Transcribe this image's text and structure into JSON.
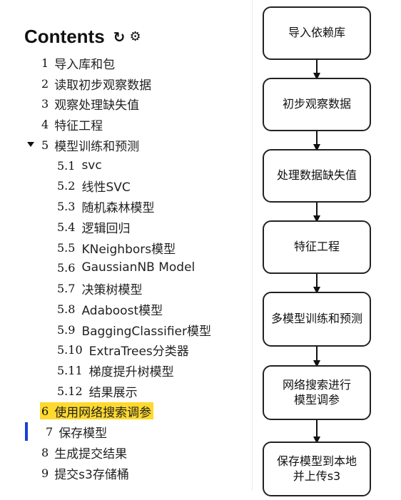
{
  "toc": {
    "title": "Contents",
    "icons": {
      "refresh": "↻",
      "settings": "⚙"
    },
    "items": [
      {
        "num": "1",
        "label": "导入库和包"
      },
      {
        "num": "2",
        "label": "读取初步观察数据"
      },
      {
        "num": "3",
        "label": "观察处理缺失值"
      },
      {
        "num": "4",
        "label": "特征工程"
      },
      {
        "num": "5",
        "label": "模型训练和预测"
      },
      {
        "num": "6",
        "label": "使用网络搜索调参"
      },
      {
        "num": "7",
        "label": "保存模型"
      },
      {
        "num": "8",
        "label": "生成提交结果"
      },
      {
        "num": "9",
        "label": "提交s3存储桶"
      }
    ],
    "subitems": [
      {
        "num": "5.1",
        "label": "svc"
      },
      {
        "num": "5.2",
        "label": "线性SVC"
      },
      {
        "num": "5.3",
        "label": "随机森林模型"
      },
      {
        "num": "5.4",
        "label": "逻辑回归"
      },
      {
        "num": "5.5",
        "label": "KNeighbors模型"
      },
      {
        "num": "5.6",
        "label": "GaussianNB Model"
      },
      {
        "num": "5.7",
        "label": "决策树模型"
      },
      {
        "num": "5.8",
        "label": "Adaboost模型"
      },
      {
        "num": "5.9",
        "label": "BaggingClassifier模型"
      },
      {
        "num": "5.10",
        "label": "ExtraTrees分类器"
      },
      {
        "num": "5.11",
        "label": "梯度提升树模型"
      },
      {
        "num": "5.12",
        "label": "结果展示"
      }
    ],
    "highlight_color": "#ffd92e",
    "active_marker_color": "#1a3fd6"
  },
  "flowchart": {
    "steps": [
      "导入依赖库",
      "初步观察数据",
      "处理数据缺失值",
      "特征工程",
      "多模型训练和预测",
      "网络搜索进行\n模型调参",
      "保存模型到本地\n并上传s3"
    ]
  }
}
